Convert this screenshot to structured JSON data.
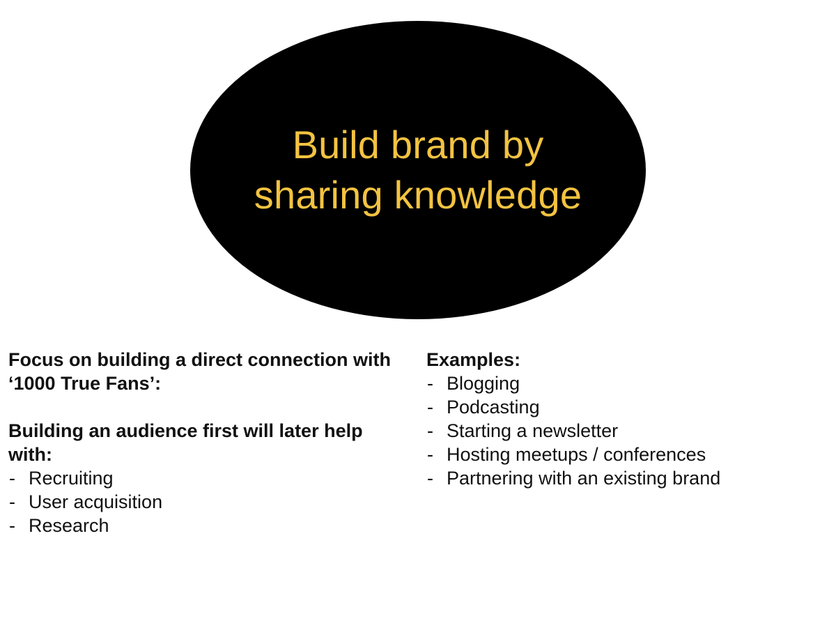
{
  "slide": {
    "title_line1": "Build brand by",
    "title_line2": "sharing knowledge",
    "colors": {
      "ellipse_fill": "#000000",
      "title_text": "#f3c341",
      "body_text": "#111111",
      "background": "#ffffff"
    }
  },
  "left": {
    "heading_line1": "Focus on building a direct connection with",
    "heading_line2": "‘1000 True Fans’:",
    "subheading_line1": "Building an audience first will later help",
    "subheading_line2": "with:",
    "items": [
      "Recruiting",
      "User acquisition",
      "Research"
    ]
  },
  "right": {
    "heading": "Examples:",
    "items": [
      "Blogging",
      "Podcasting",
      "Starting a newsletter",
      "Hosting meetups / conferences",
      "Partnering with an existing brand"
    ]
  }
}
